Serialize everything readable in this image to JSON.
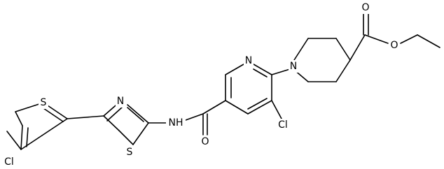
{
  "molecule": {
    "atoms": [
      {
        "id": "s-thiophene",
        "symbol": "S"
      },
      {
        "id": "cl-thiophene",
        "symbol": "Cl"
      },
      {
        "id": "n-thiazole",
        "symbol": "N"
      },
      {
        "id": "s-thiazole",
        "symbol": "S"
      },
      {
        "id": "nh-amide",
        "symbol": "NH"
      },
      {
        "id": "o-amide",
        "symbol": "O"
      },
      {
        "id": "n-pyridine",
        "symbol": "N"
      },
      {
        "id": "cl-pyridine",
        "symbol": "Cl"
      },
      {
        "id": "n-piperidine",
        "symbol": "N"
      },
      {
        "id": "o-carbonyl",
        "symbol": "O"
      },
      {
        "id": "o-ester",
        "symbol": "O"
      }
    ]
  }
}
